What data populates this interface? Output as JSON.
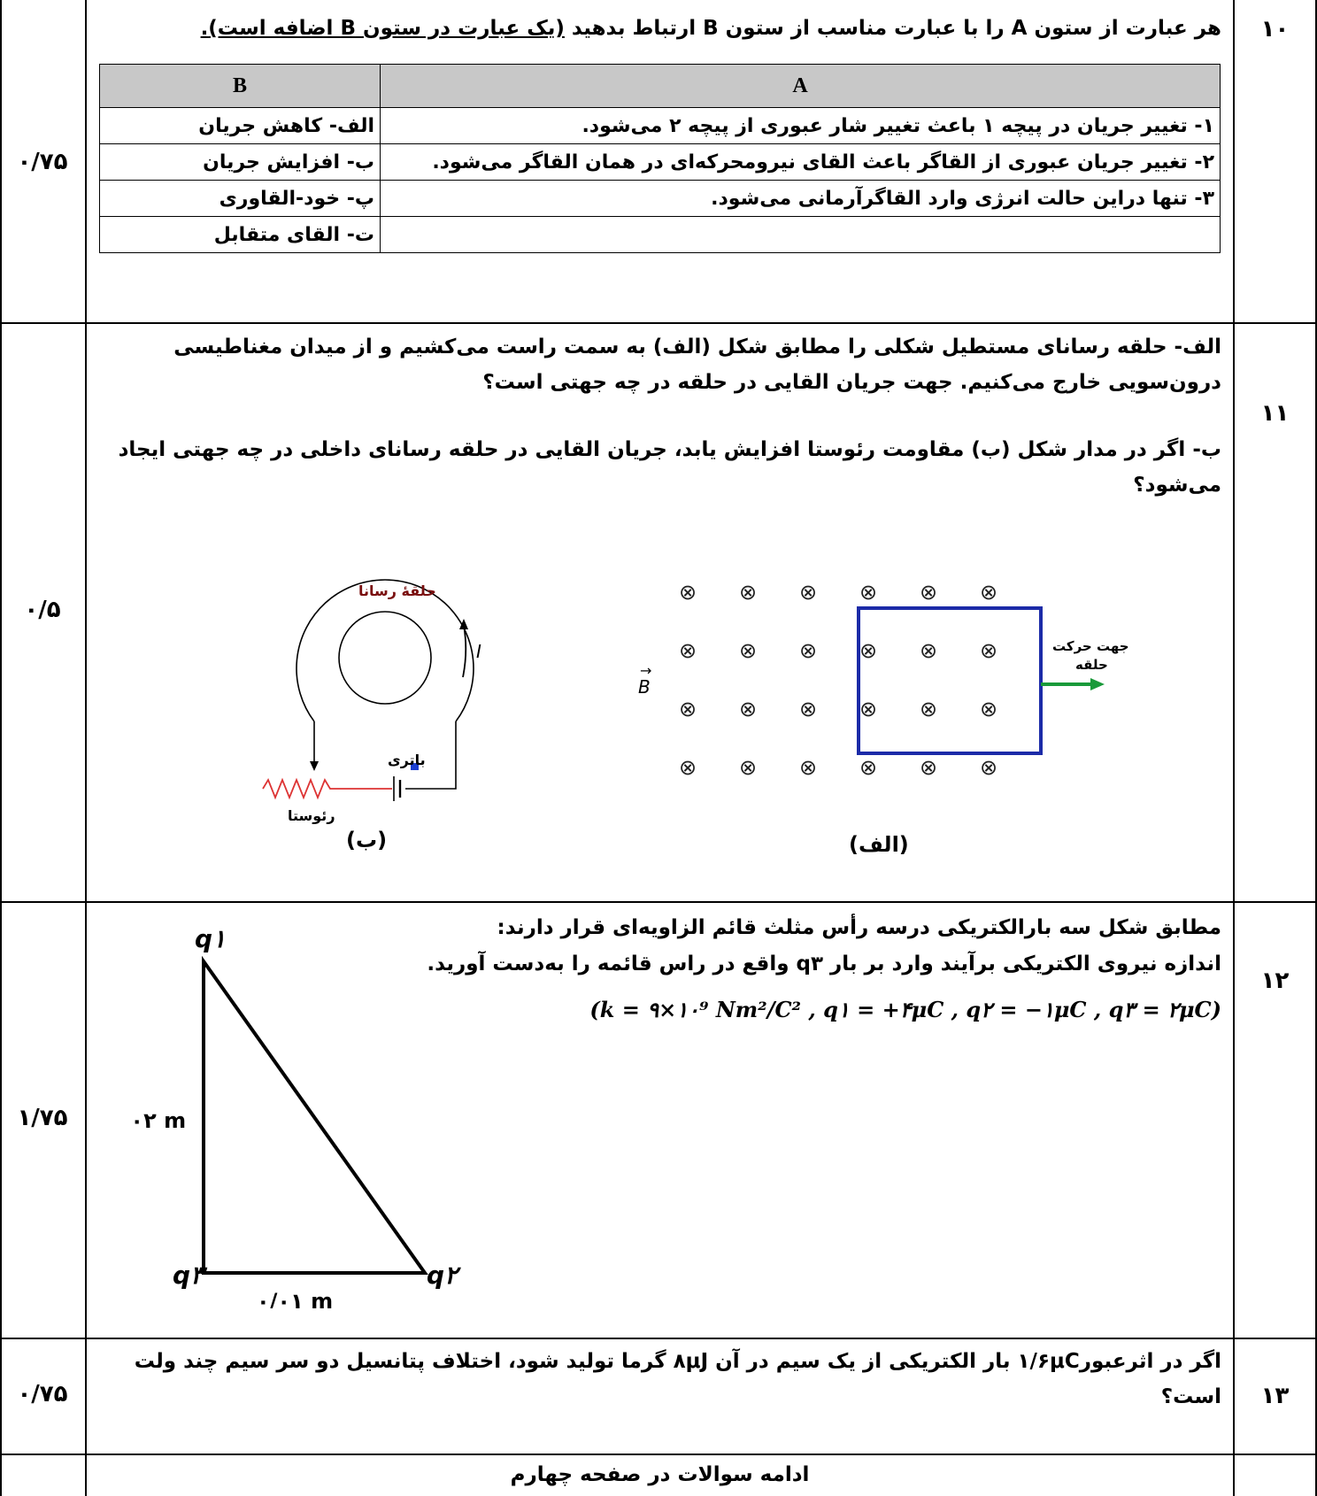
{
  "q10": {
    "number": "۱۰",
    "score": "۰/۷۵",
    "instruction_main": "هر عبارت از ستون A را با عبارت مناسب از ستون B ارتباط بدهید",
    "instruction_note": "(یک عبارت در ستون B اضافه است).",
    "table": {
      "header_a": "A",
      "header_b": "B",
      "rows": [
        {
          "a": "۱- تغییر جریان در پیچه ۱ باعث تغییر شار عبوری از پیچه ۲ می‌شود.",
          "b": "الف- کاهش جریان"
        },
        {
          "a": "۲- تغییر جریان عبوری از القاگر باعث القای نیرومحرکه‌ای در همان القاگر می‌شود.",
          "b": "ب- افزایش جریان"
        },
        {
          "a": "۳- تنها دراین حالت انرژی وارد القاگرآرمانی می‌شود.",
          "b": "پ- خود-القاوری"
        },
        {
          "a": "",
          "b": "ت- القای متقابل"
        }
      ]
    }
  },
  "q11": {
    "number": "۱۱",
    "score": "۰/۵",
    "part_a": "الف- حلقه رسانای مستطیل شکلی را مطابق شکل (الف) به سمت راست می‌کشیم و از میدان مغناطیسی درون‌سویی خارج می‌کنیم. جهت جریان القایی در حلقه در چه جهتی است؟",
    "part_b": "ب- اگر در مدار شکل (ب) مقاومت رئوستا افزایش یابد، جریان القایی در حلقه رسانای داخلی در چه جهتی ایجاد می‌شود؟",
    "figure_b": {
      "ring_label": "حلقهٔ رسانا",
      "current_label": "I",
      "battery_label": "باتری",
      "rheostat_label": "رئوستا",
      "caption": "(ب)"
    },
    "figure_a": {
      "field_symbol": "⊗",
      "field_label": "B",
      "motion_label_line1": "جهت حرکت",
      "motion_label_line2": "حلقه",
      "caption": "(الف)",
      "grid": {
        "rows": 4,
        "cols": 6
      }
    }
  },
  "q12": {
    "number": "۱۲",
    "score": "۱/۷۵",
    "line1": "مطابق شکل سه بارالکتریکی درسه رأس مثلث قائم الزاویه‌ای قرار دارند:",
    "line2": "اندازه نیروی الکتریکی برآیند وارد بر بار q۳ واقع در راس قائمه را به‌دست آورید.",
    "constants": "(k = ۹×۱۰⁹ Nm²/C² , q۱ = +۴μC , q۲ = −۱μC , q۳ = ۲μC)",
    "figure": {
      "q1_label": "q۱",
      "q2_label": "q۲",
      "q3_label": "q۳",
      "vertical_side": "۰/۰۲ m",
      "horizontal_side": "۰/۰۱ m"
    }
  },
  "q13": {
    "number": "۱۳",
    "score": "۰/۷۵",
    "text": "اگر در اثرعبور۱/۶μC بار الکتریکی از یک سیم در آن ۸μJ گرما تولید شود، اختلاف پتانسیل دو سر سیم چند ولت است؟"
  },
  "footer": {
    "text": "ادامه سوالات در صفحه چهارم"
  }
}
